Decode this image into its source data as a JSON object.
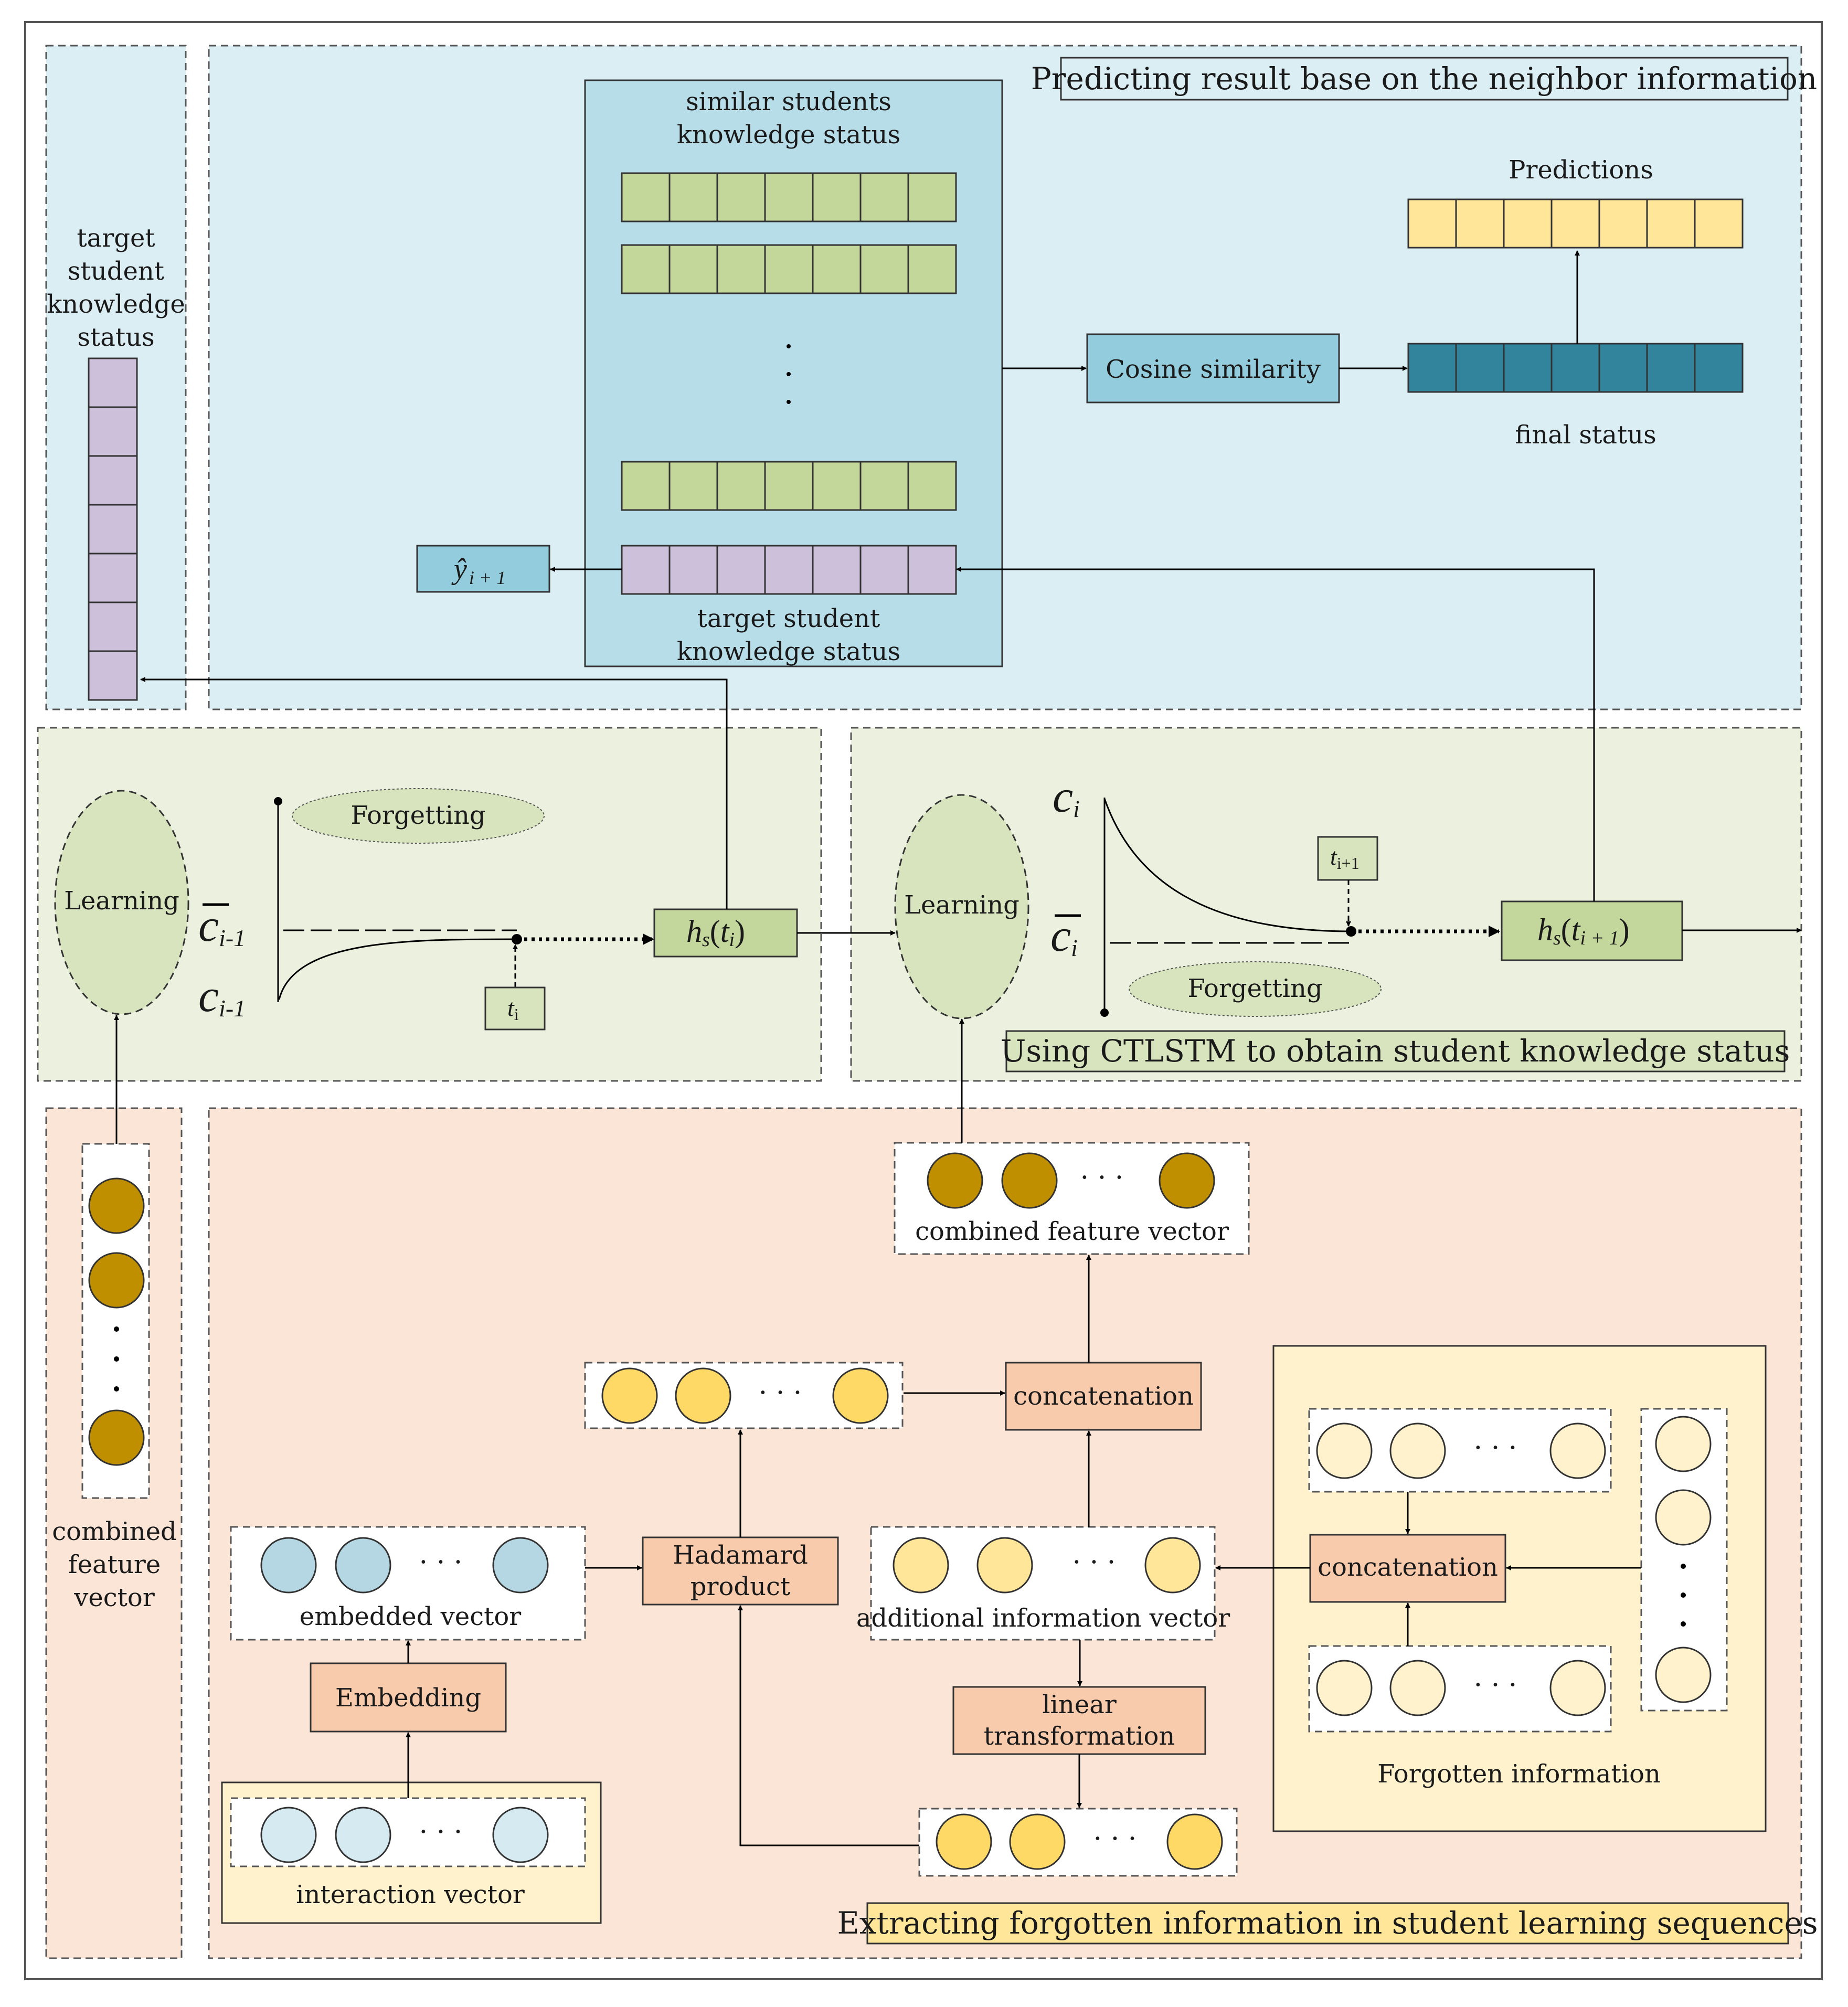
{
  "sections": {
    "top_title": "Predicting result base on the neighbor information",
    "middle_title": "Using CTLSTM to obtain student knowledge status",
    "bottom_title": "Extracting forgotten information in student learning sequences"
  },
  "top": {
    "target_student_status_label": "target student knowledge status",
    "target_student_status_lines": [
      "target",
      "student",
      "knowledge",
      "status"
    ],
    "similar_students_lines": [
      "similar students",
      "knowledge status"
    ],
    "target_status_center_lines": [
      "target student",
      "knowledge status"
    ],
    "cosine_similarity": "Cosine similarity",
    "predictions": "Predictions",
    "final_status": "final status",
    "y_hat": "ŷ",
    "y_hat_sub": "i + 1"
  },
  "middle": {
    "learning_left": "Learning",
    "learning_right": "Learning",
    "forgetting_left": "Forgetting",
    "forgetting_right": "Forgetting",
    "c_bar_prev": "c",
    "c_bar_prev_sub": "i-1",
    "c_prev": "c",
    "c_prev_sub": "i-1",
    "c_i": "c",
    "c_i_sub": "i",
    "c_bar_i": "c",
    "c_bar_i_sub": "i",
    "t_i": "t",
    "t_i_sub": "i",
    "t_next": "t",
    "t_next_sub": "i+1",
    "h_s_ti": "h",
    "h_s_ti_s": "s",
    "h_s_ti_arg": "t",
    "h_s_ti_arg_sub": "i",
    "h_s_tnext": "h",
    "h_s_tnext_s": "s",
    "h_s_tnext_arg": "t",
    "h_s_tnext_arg_sub": "i + 1"
  },
  "bottom": {
    "combined_feature_vector_left_lines": [
      "combined",
      "feature",
      "vector"
    ],
    "combined_feature_vector": "combined feature vector",
    "concatenation_main": "concatenation",
    "concatenation_forgotten": "concatenation",
    "hadamard_lines": [
      "Hadamard",
      "product"
    ],
    "embedded_vector": "embedded vector",
    "embedding": "Embedding",
    "interaction_vector": "interaction vector",
    "additional_information_vector": "additional information vector",
    "linear_transformation_lines": [
      "linear",
      "transformation"
    ],
    "forgotten_information": "Forgotten information",
    "ellipsis": "· · ·"
  },
  "colors": {
    "top_bg": "#dbeef4",
    "top_box": "#b7dde8",
    "middle_bg": "#ebf1de",
    "green_cell": "#c4d79b",
    "green_node": "#c3d69b",
    "purple_cell": "#ccc0da",
    "yellow_cell": "#ffe699",
    "teal_cell": "#31849b",
    "cosine_box": "#93cddd",
    "bottom_bg": "#fbe5d6",
    "orange_box": "#f8cbad",
    "forgotten_panel": "#fff2cc",
    "gold_circle": "#bf8f00",
    "yellow_circle": "#ffd966",
    "light_yellow_circle": "#fff2cc",
    "blue_circle": "#b4d7e3",
    "light_blue_circle": "#d6eaf1"
  }
}
